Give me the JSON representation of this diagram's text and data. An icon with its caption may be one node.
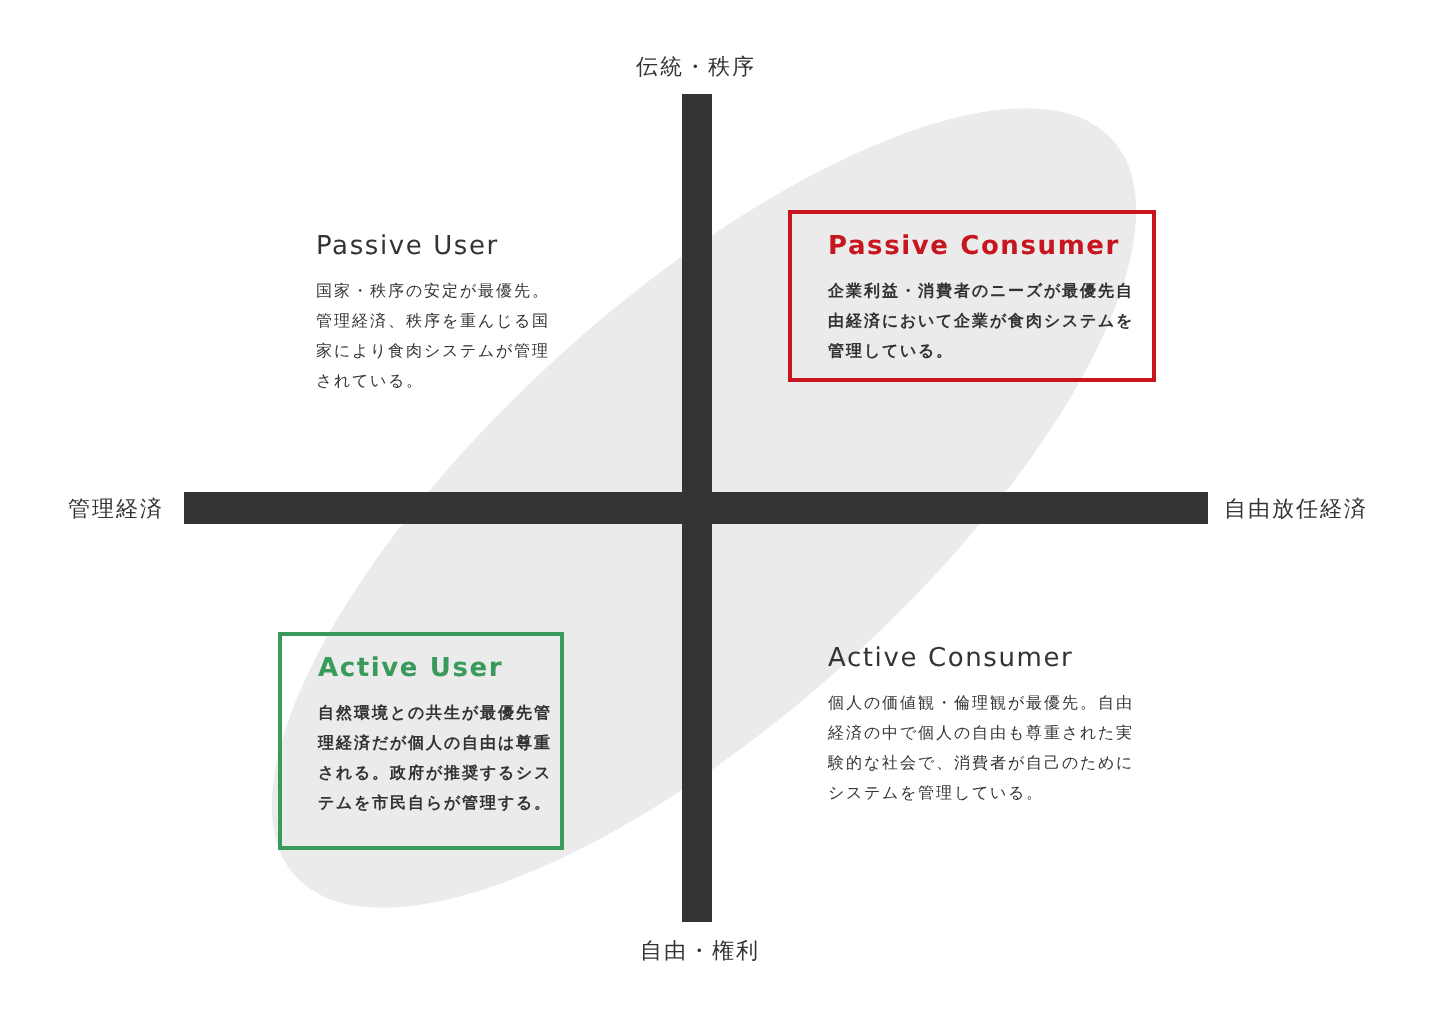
{
  "diagram": {
    "nodes": [
      {
        "text": [
          "Passive Consumer",
          "企業利益・消費者のニーズが最優先自由経済において企業が食肉システムを管理している。"
        ]
      },
      {
        "text": [
          "Active User",
          "自然環境との共生が最優先管理経済だが個人の自由は尊重される。政府が推奨するシステムを市民自らが管理する。"
        ]
      }
    ],
    "labels": [
      "伝統・秩序",
      "Passive User",
      "国家・秩序の安定が最優先。管理経済、秩序を重んじる国家により食肉システムが管理されている。",
      "管理経済",
      "自由放任経済",
      "Active Consumer",
      "個人の価値観・倫理観が最優先。自由経済の中で個人の自由も尊重された実験的な社会で、消費者が自己のためにシステムを管理している。",
      "自由・権利"
    ]
  }
}
